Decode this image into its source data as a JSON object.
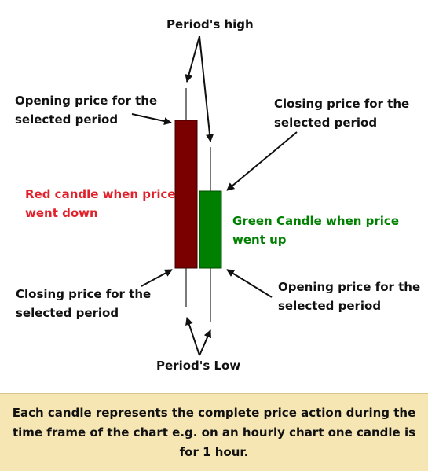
{
  "labels": {
    "period_high": "Period's high",
    "opening_left": "Opening price for the\nselected period",
    "closing_right": "Closing price for the\nselected period",
    "red_candle": "Red candle when price\nwent down",
    "green_candle": "Green Candle when price\nwent up",
    "closing_left": "Closing price for the\nselected period",
    "opening_right": "Opening price for the\nselected period",
    "period_low": "Period's Low"
  },
  "caption": "Each candle represents the complete price action during the time frame of the chart e.g. on an hourly chart one candle is for 1 hour.",
  "colors": {
    "red_candle": "#7a0000",
    "green_candle": "#008000",
    "red_text": "#e0202a",
    "green_text": "#008000",
    "caption_bg": "#f5e6b4"
  }
}
